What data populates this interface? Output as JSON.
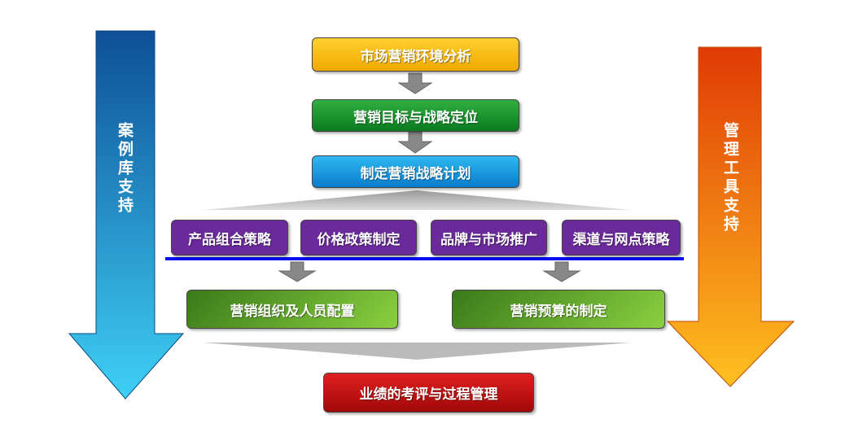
{
  "left_arrow": {
    "label": "案例库支持",
    "color": "#1a8fd0"
  },
  "right_arrow": {
    "label": "管理工具支持",
    "color": "#f07a10"
  },
  "steps": {
    "analysis": "市场营销环境分析",
    "goal": "营销目标与战略定位",
    "plan": "制定营销战略计划",
    "strategies": [
      "产品组合策略",
      "价格政策制定",
      "品牌与市场推广",
      "渠道与网点策略"
    ],
    "org": "营销组织及人员配置",
    "budget": "营销预算的制定",
    "review": "业绩的考评与过程管理"
  }
}
